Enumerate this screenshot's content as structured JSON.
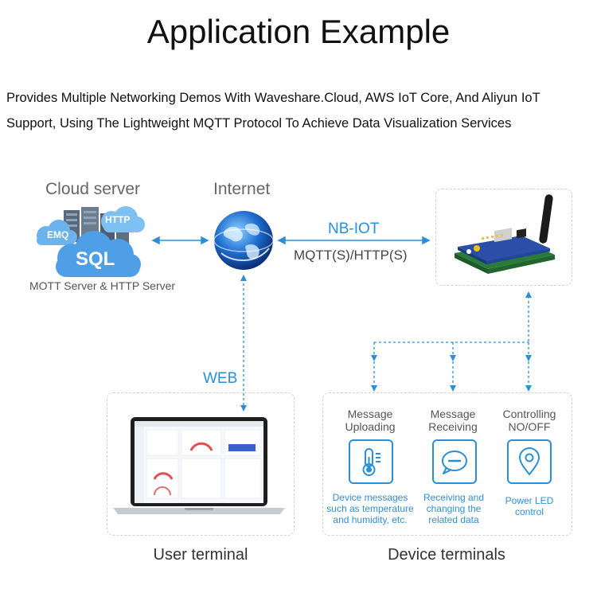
{
  "title": "Application Example",
  "description": [
    "Provides Multiple Networking Demos With Waveshare.Cloud, AWS IoT Core, And Aliyun IoT",
    "Support, Using The Lightweight MQTT Protocol To Achieve Data Visualization Services"
  ],
  "cloud": {
    "label": "Cloud server",
    "badges": [
      "HTTP",
      "EMQ",
      "SQL"
    ],
    "caption": "MOTT Server & HTTP Server"
  },
  "internet": {
    "label": "Internet"
  },
  "link_device": {
    "top": "NB-IOT",
    "bottom": "MQTT(S)/HTTP(S)"
  },
  "link_web": {
    "label": "WEB"
  },
  "user_terminal": {
    "label": "User terminal"
  },
  "device_terminals": {
    "label": "Device terminals",
    "items": [
      {
        "title": [
          "Message",
          "Uploading"
        ],
        "icon": "thermometer-icon",
        "desc": [
          "Device messages",
          "such as temperature",
          "and humidity, etc."
        ]
      },
      {
        "title": [
          "Message",
          "Receiving"
        ],
        "icon": "message-icon",
        "desc": [
          "Receiving and",
          "changing the",
          "related data"
        ]
      },
      {
        "title": [
          "Controlling",
          "NO/OFF"
        ],
        "icon": "location-icon",
        "desc": [
          "Power LED",
          "control"
        ]
      }
    ]
  },
  "colors": {
    "accent": "#2a8fd6",
    "dashed": "#d2d2d2",
    "cloud": "#5aa8e8"
  }
}
